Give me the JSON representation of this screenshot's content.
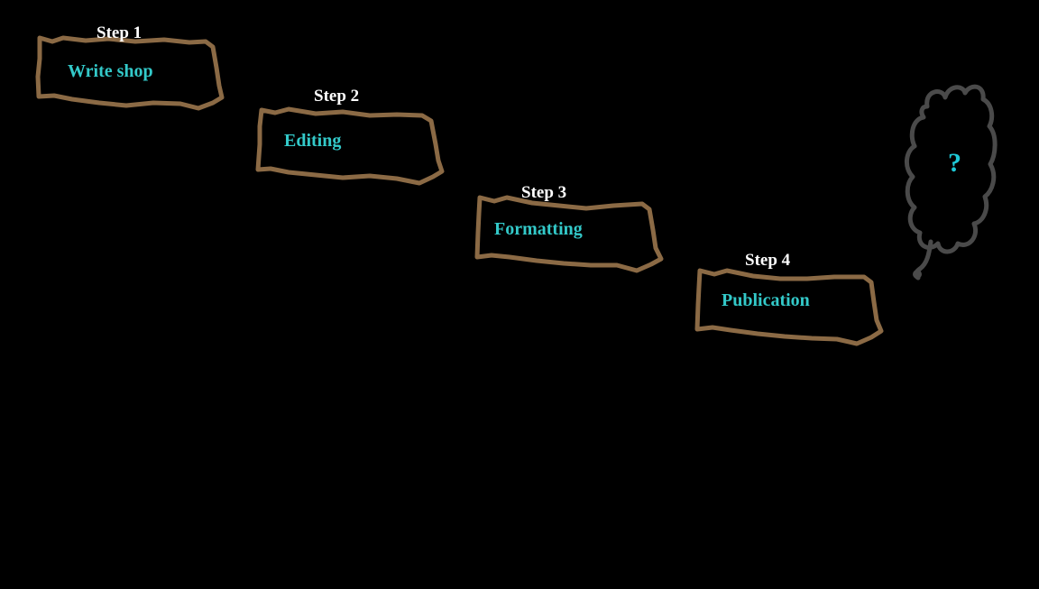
{
  "colors": {
    "background": "#000000",
    "box_border": "#8b6a45",
    "step_label": "#ffffff",
    "box_text": "#33c9c9",
    "cloud_border": "#4a4a4a",
    "question_mark": "#1ec8d6"
  },
  "steps": [
    {
      "label": "Step 1",
      "text": "Write shop"
    },
    {
      "label": "Step 2",
      "text": "Editing"
    },
    {
      "label": "Step 3",
      "text": "Formatting"
    },
    {
      "label": "Step 4",
      "text": "Publication"
    }
  ],
  "thought_bubble": {
    "text": "?",
    "icon": "thought-cloud-icon"
  }
}
